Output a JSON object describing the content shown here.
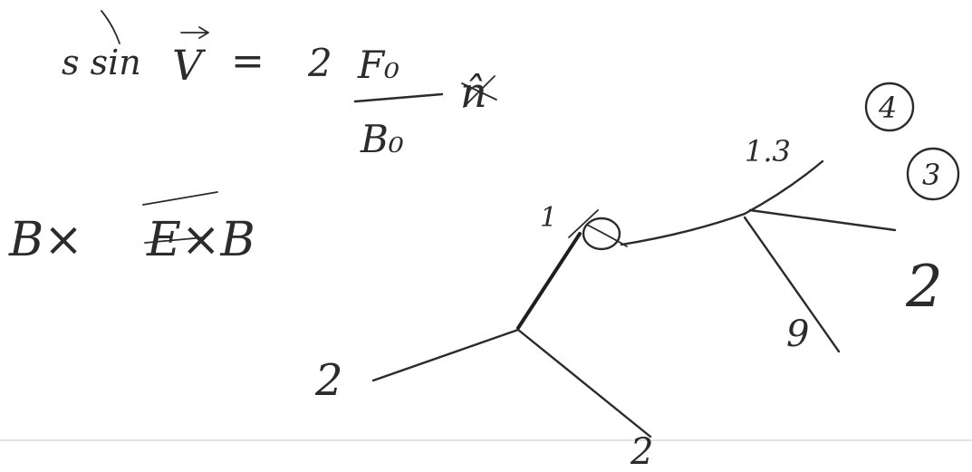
{
  "page": {
    "background": "#ffffff",
    "ink_color": "#2b2b2b"
  },
  "equation": {
    "prefix": "s sin",
    "lhs_vector": "V",
    "equals": "=",
    "coefficient": "2",
    "numerator": "F₀",
    "denominator": "B₀",
    "unit_vector": "n̂"
  },
  "cross_product": {
    "first": "B×",
    "second": "E×B"
  },
  "tree_labels": {
    "left": "2",
    "bottom": "2",
    "root": "1",
    "upper_right": "1.3",
    "lower_right": "9"
  },
  "side_marks": {
    "circled_top": "4",
    "circled_middle": "3",
    "right_edge": "2"
  }
}
